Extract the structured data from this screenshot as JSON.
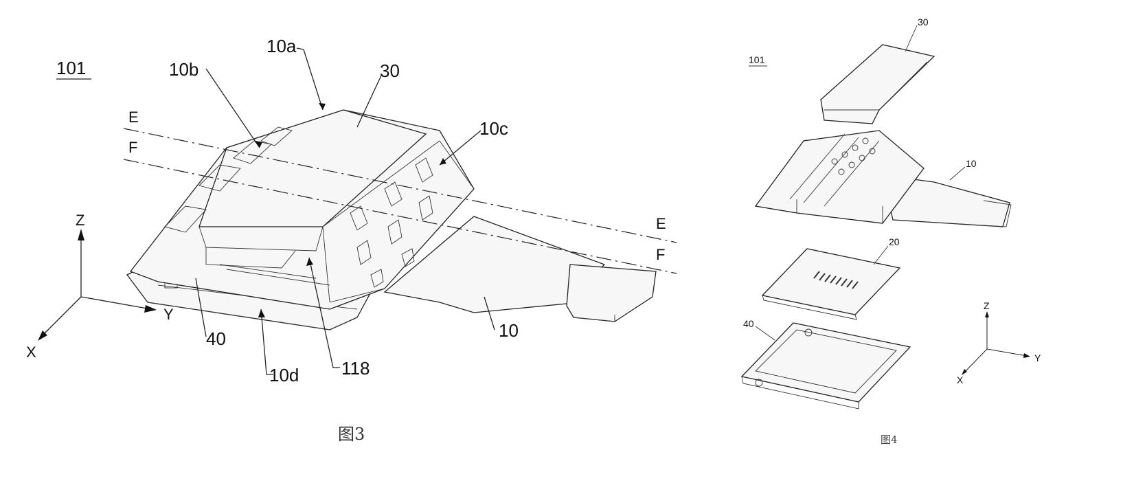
{
  "figure3": {
    "ref_label": "101",
    "labels": {
      "l10a": "10a",
      "l10b": "10b",
      "l30": "30",
      "l10c": "10c",
      "lE1": "E",
      "lF1": "F",
      "lE2": "E",
      "lF2": "F",
      "l40": "40",
      "l10d": "10d",
      "l118": "118",
      "l10": "10"
    },
    "axes": {
      "z": "Z",
      "y": "Y",
      "x": "X"
    },
    "caption": "图3"
  },
  "figure4": {
    "ref_label": "101",
    "labels": {
      "l30": "30",
      "l10": "10",
      "l20": "20",
      "l40": "40"
    },
    "axes": {
      "z": "Z",
      "y": "Y",
      "x": "X"
    },
    "caption": "图4"
  }
}
